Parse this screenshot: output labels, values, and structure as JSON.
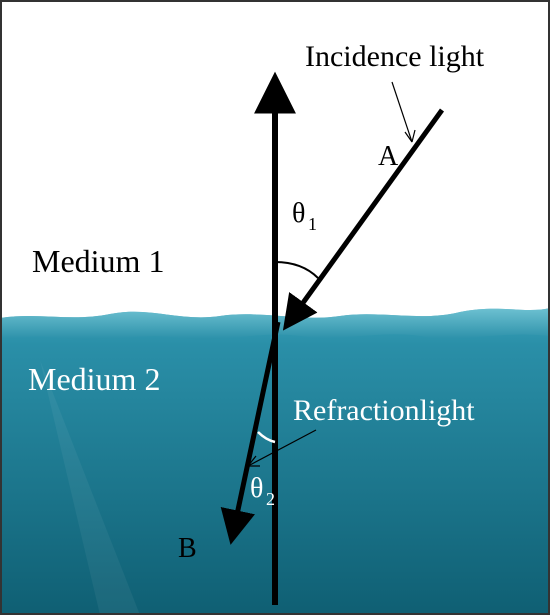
{
  "labels": {
    "incidence_light": "Incidence light",
    "point_a": "A",
    "theta1": "θ",
    "theta1_sub": "1",
    "medium1": "Medium 1",
    "medium2": "Medium 2",
    "refraction_light": "Refractionlight",
    "theta2": "θ",
    "theta2_sub": "2",
    "point_b": "B"
  },
  "colors": {
    "frame": "#333333",
    "ray": "#000000",
    "medium1_bg": "#ffffff",
    "medium2_top": "#2a8fa8",
    "medium2_bottom": "#0f5f73",
    "angle_arc_medium1": "#000000",
    "angle_arc_medium2": "#ffffff",
    "text_dark": "#000000",
    "text_light": "#ffffff"
  }
}
